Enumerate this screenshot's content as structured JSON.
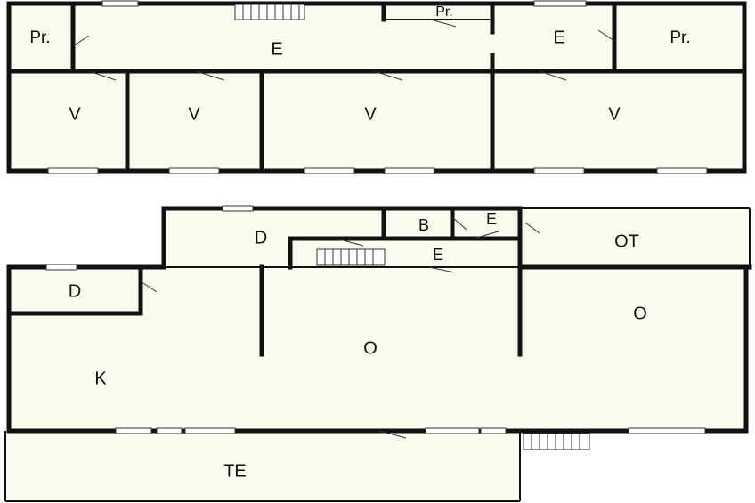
{
  "colors": {
    "background": "#ffffff",
    "room_fill": "#fbfbef",
    "wall": "#111111"
  },
  "floors": {
    "upper": {
      "rooms": {
        "pr_left": "Pr.",
        "hall_main": "E",
        "pr_center": "Pr.",
        "hall_right": "E",
        "pr_right": "Pr.",
        "bedroom_1": "V",
        "bedroom_2": "V",
        "bedroom_3": "V",
        "bedroom_4": "V"
      }
    },
    "lower": {
      "rooms": {
        "storage_top": "D",
        "bath": "B",
        "hall_small": "E",
        "hall_stair": "E",
        "ot": "OT",
        "storage_left": "D",
        "kitchen": "K",
        "living_center": "O",
        "living_right": "O",
        "terrace": "TE"
      }
    }
  }
}
